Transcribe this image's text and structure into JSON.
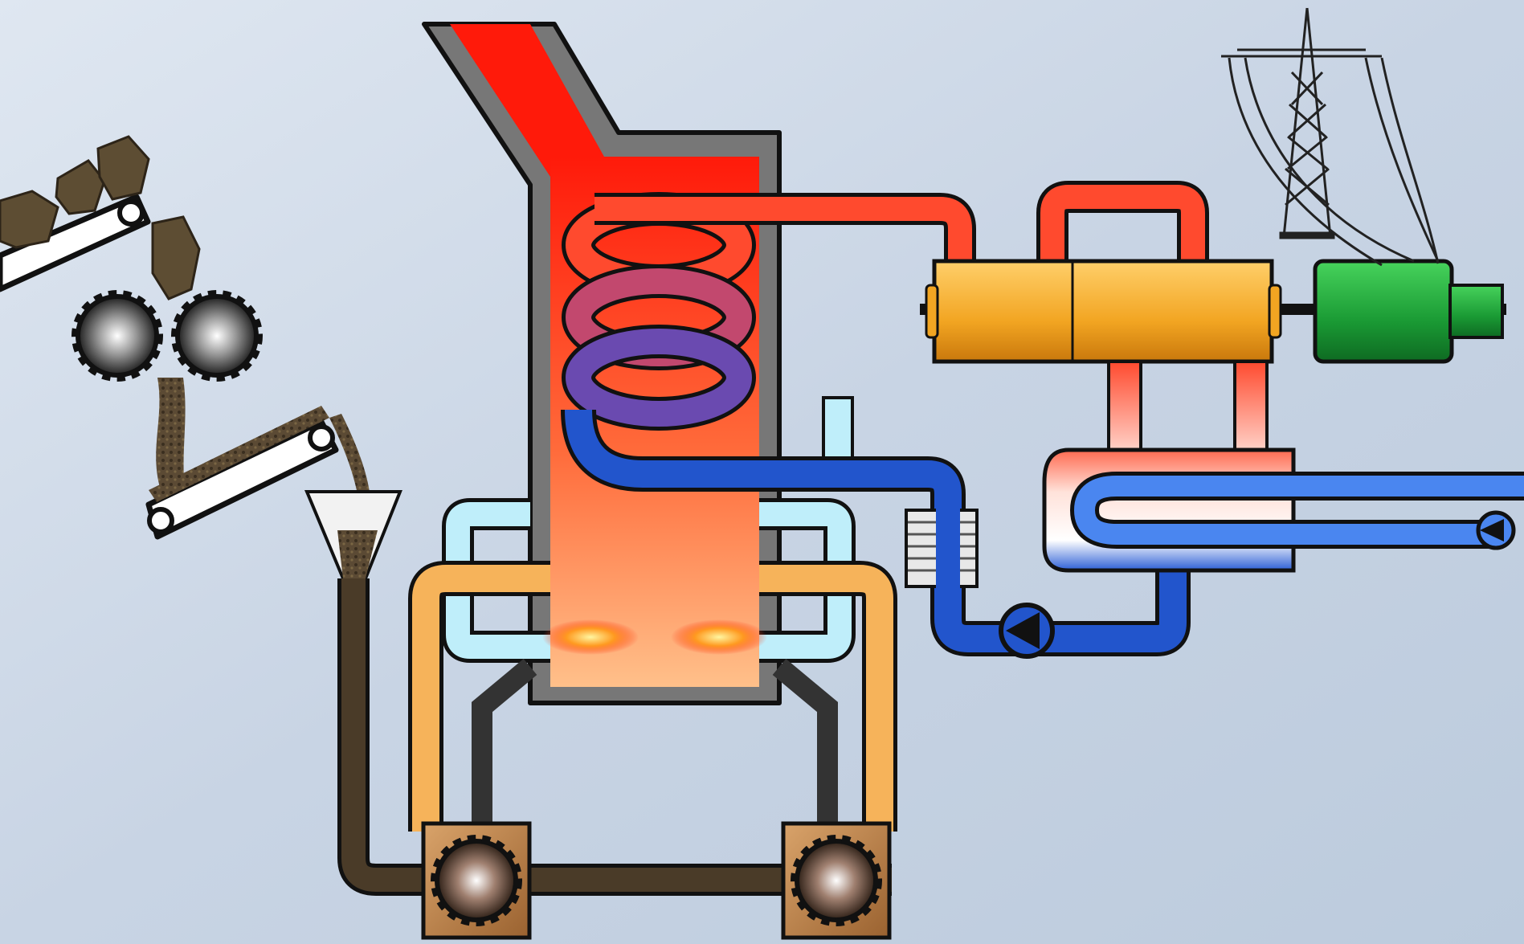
{
  "diagram": {
    "subject": "coal-fired-power-plant-schematic",
    "components": [
      {
        "id": "coal-conveyor-upper",
        "icon": "conveyor-belt-icon"
      },
      {
        "id": "coal-crusher",
        "icon": "gear-icon"
      },
      {
        "id": "coal-conveyor-lower",
        "icon": "conveyor-belt-icon"
      },
      {
        "id": "coal-hopper",
        "icon": "funnel-icon"
      },
      {
        "id": "boiler-furnace",
        "icon": "furnace-icon"
      },
      {
        "id": "boiler-tube-coil",
        "icon": "coil-icon"
      },
      {
        "id": "air-preheater",
        "icon": "duct-icon"
      },
      {
        "id": "steam-turbine",
        "icon": "turbine-icon"
      },
      {
        "id": "generator",
        "icon": "generator-icon"
      },
      {
        "id": "transmission-tower",
        "icon": "pylon-icon"
      },
      {
        "id": "condenser",
        "icon": "condenser-icon"
      },
      {
        "id": "feedwater-pump",
        "icon": "pump-icon"
      },
      {
        "id": "cooling-water-pump",
        "icon": "pump-icon"
      },
      {
        "id": "feedwater-heater",
        "icon": "heat-exchanger-icon"
      },
      {
        "id": "coal-feeder-left",
        "icon": "gear-icon"
      },
      {
        "id": "coal-feeder-right",
        "icon": "gear-icon"
      }
    ],
    "colors": {
      "background": "#c9d6e6",
      "steam_hot": "#ff4a2e",
      "water_cold": "#2255cc",
      "furnace": "#ff2010",
      "wall": "#777777",
      "turbine": "#f2a522",
      "generator": "#1fa03a",
      "air_duct": "#f6b35a",
      "cool_air": "#bfeefa",
      "coal": "#4d3d2a"
    }
  }
}
